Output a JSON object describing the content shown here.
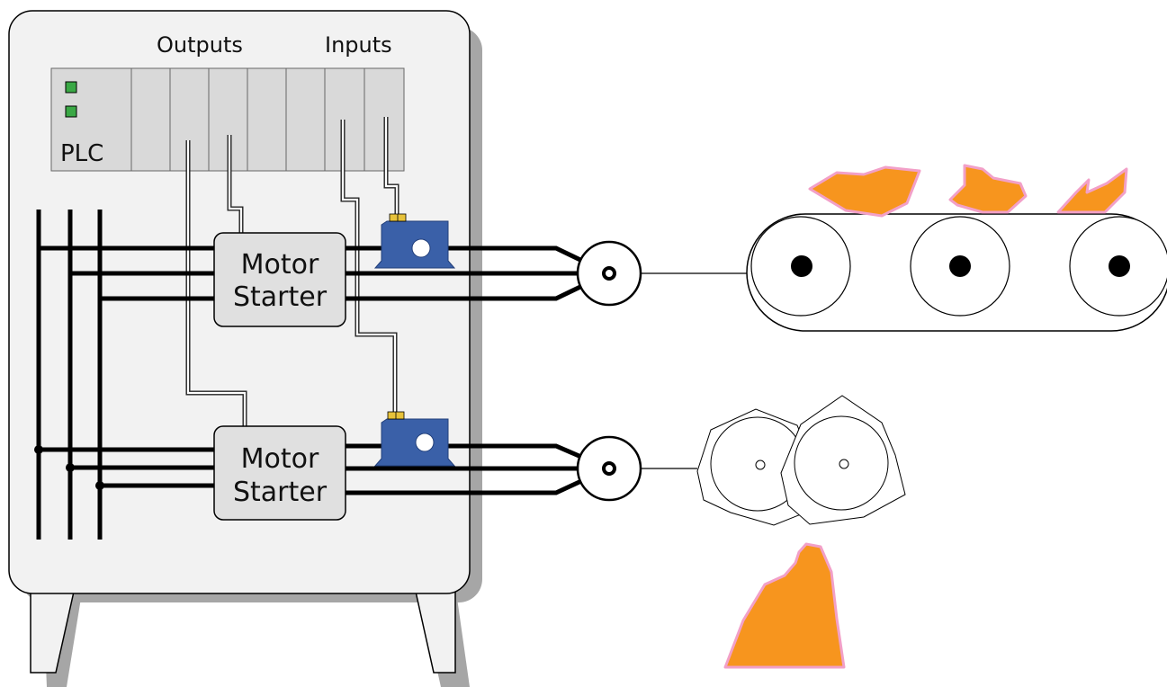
{
  "plc": {
    "label": "PLC",
    "outputs_label": "Outputs",
    "inputs_label": "Inputs"
  },
  "starters": [
    {
      "label_line1": "Motor",
      "label_line2": "Starter"
    },
    {
      "label_line1": "Motor",
      "label_line2": "Starter"
    }
  ],
  "colors": {
    "cabinet_fill": "#f2f2f2",
    "cabinet_shadow": "#a6a6a6",
    "plc_fill": "#d9d9d9",
    "starter_fill": "#e0e0e0",
    "status_led": "#3aa845",
    "current_sensor": "#3a60a8",
    "sensor_terminal": "#e7c23a",
    "material_fill": "#f7951e",
    "material_outline": "#f2a0c8"
  },
  "icons": {
    "cabinet": "control-cabinet-icon",
    "sensor": "current-sensor-icon",
    "motor": "motor-icon",
    "conveyor": "conveyor-belt-icon",
    "crusher": "crusher-rollers-icon"
  }
}
